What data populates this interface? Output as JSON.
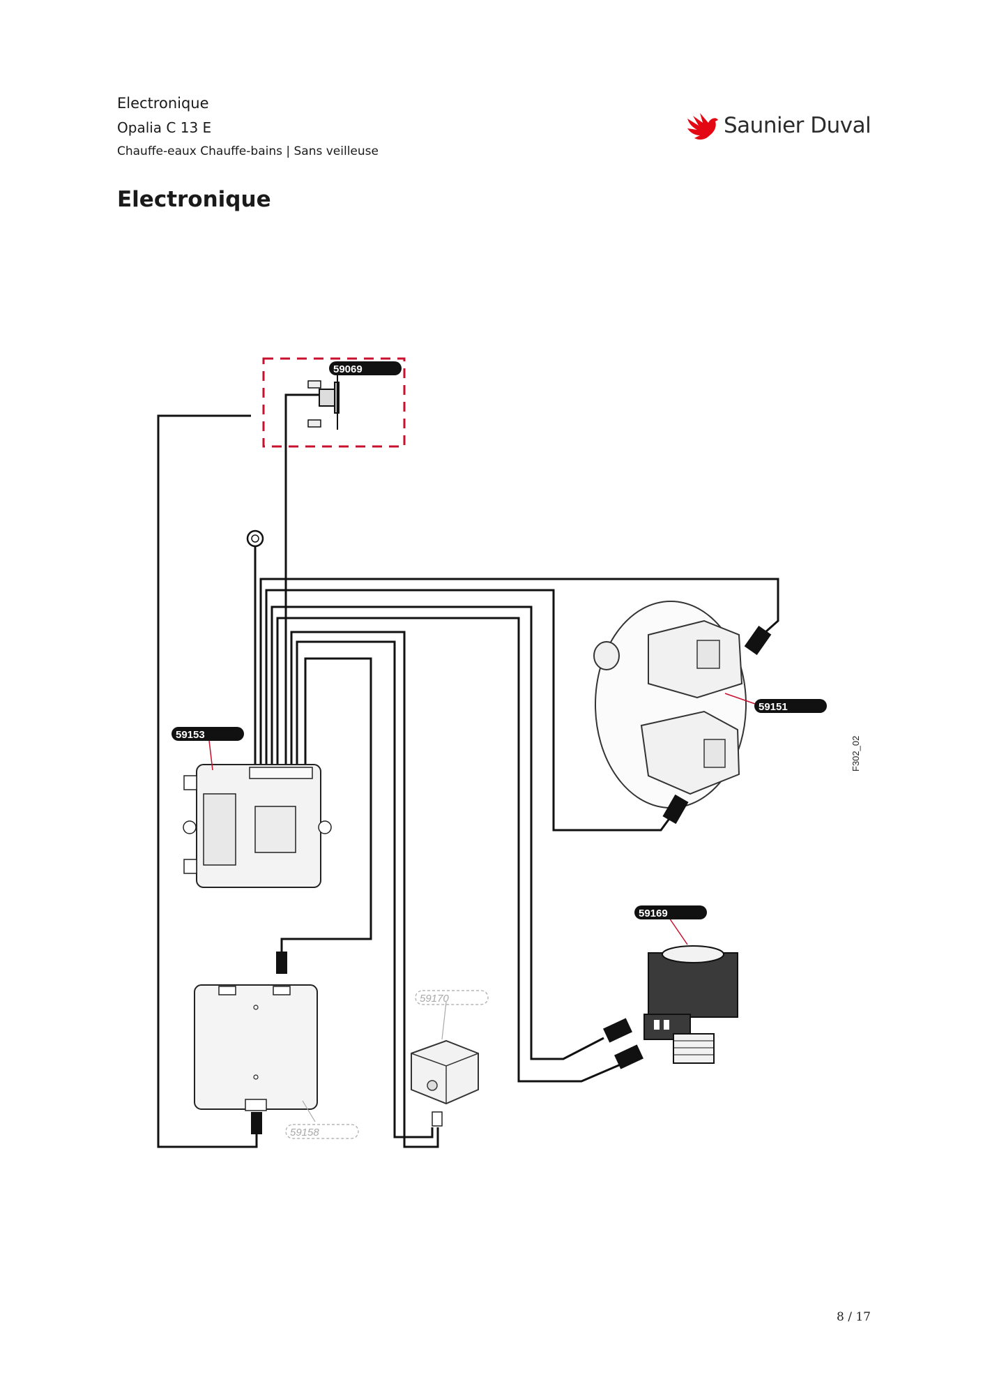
{
  "header": {
    "section": "Electronique",
    "model": "Opalia C 13 E",
    "category": "Chauffe-eaux Chauffe-bains | Sans veilleuse"
  },
  "brand": {
    "name": "Saunier Duval",
    "logo_icon": "red-bird-icon",
    "color": "#e30613"
  },
  "page_heading": "Electronique",
  "diagram": {
    "drawing_code": "F302_02",
    "parts": {
      "sensor": "59069",
      "control_box": "59153",
      "gas_valve": "59151",
      "microswitch": "59169",
      "ignition_unit": "59170",
      "battery_box": "59158"
    },
    "highlight_color": "#c8102e"
  },
  "footer": {
    "page": "8 / 17"
  }
}
